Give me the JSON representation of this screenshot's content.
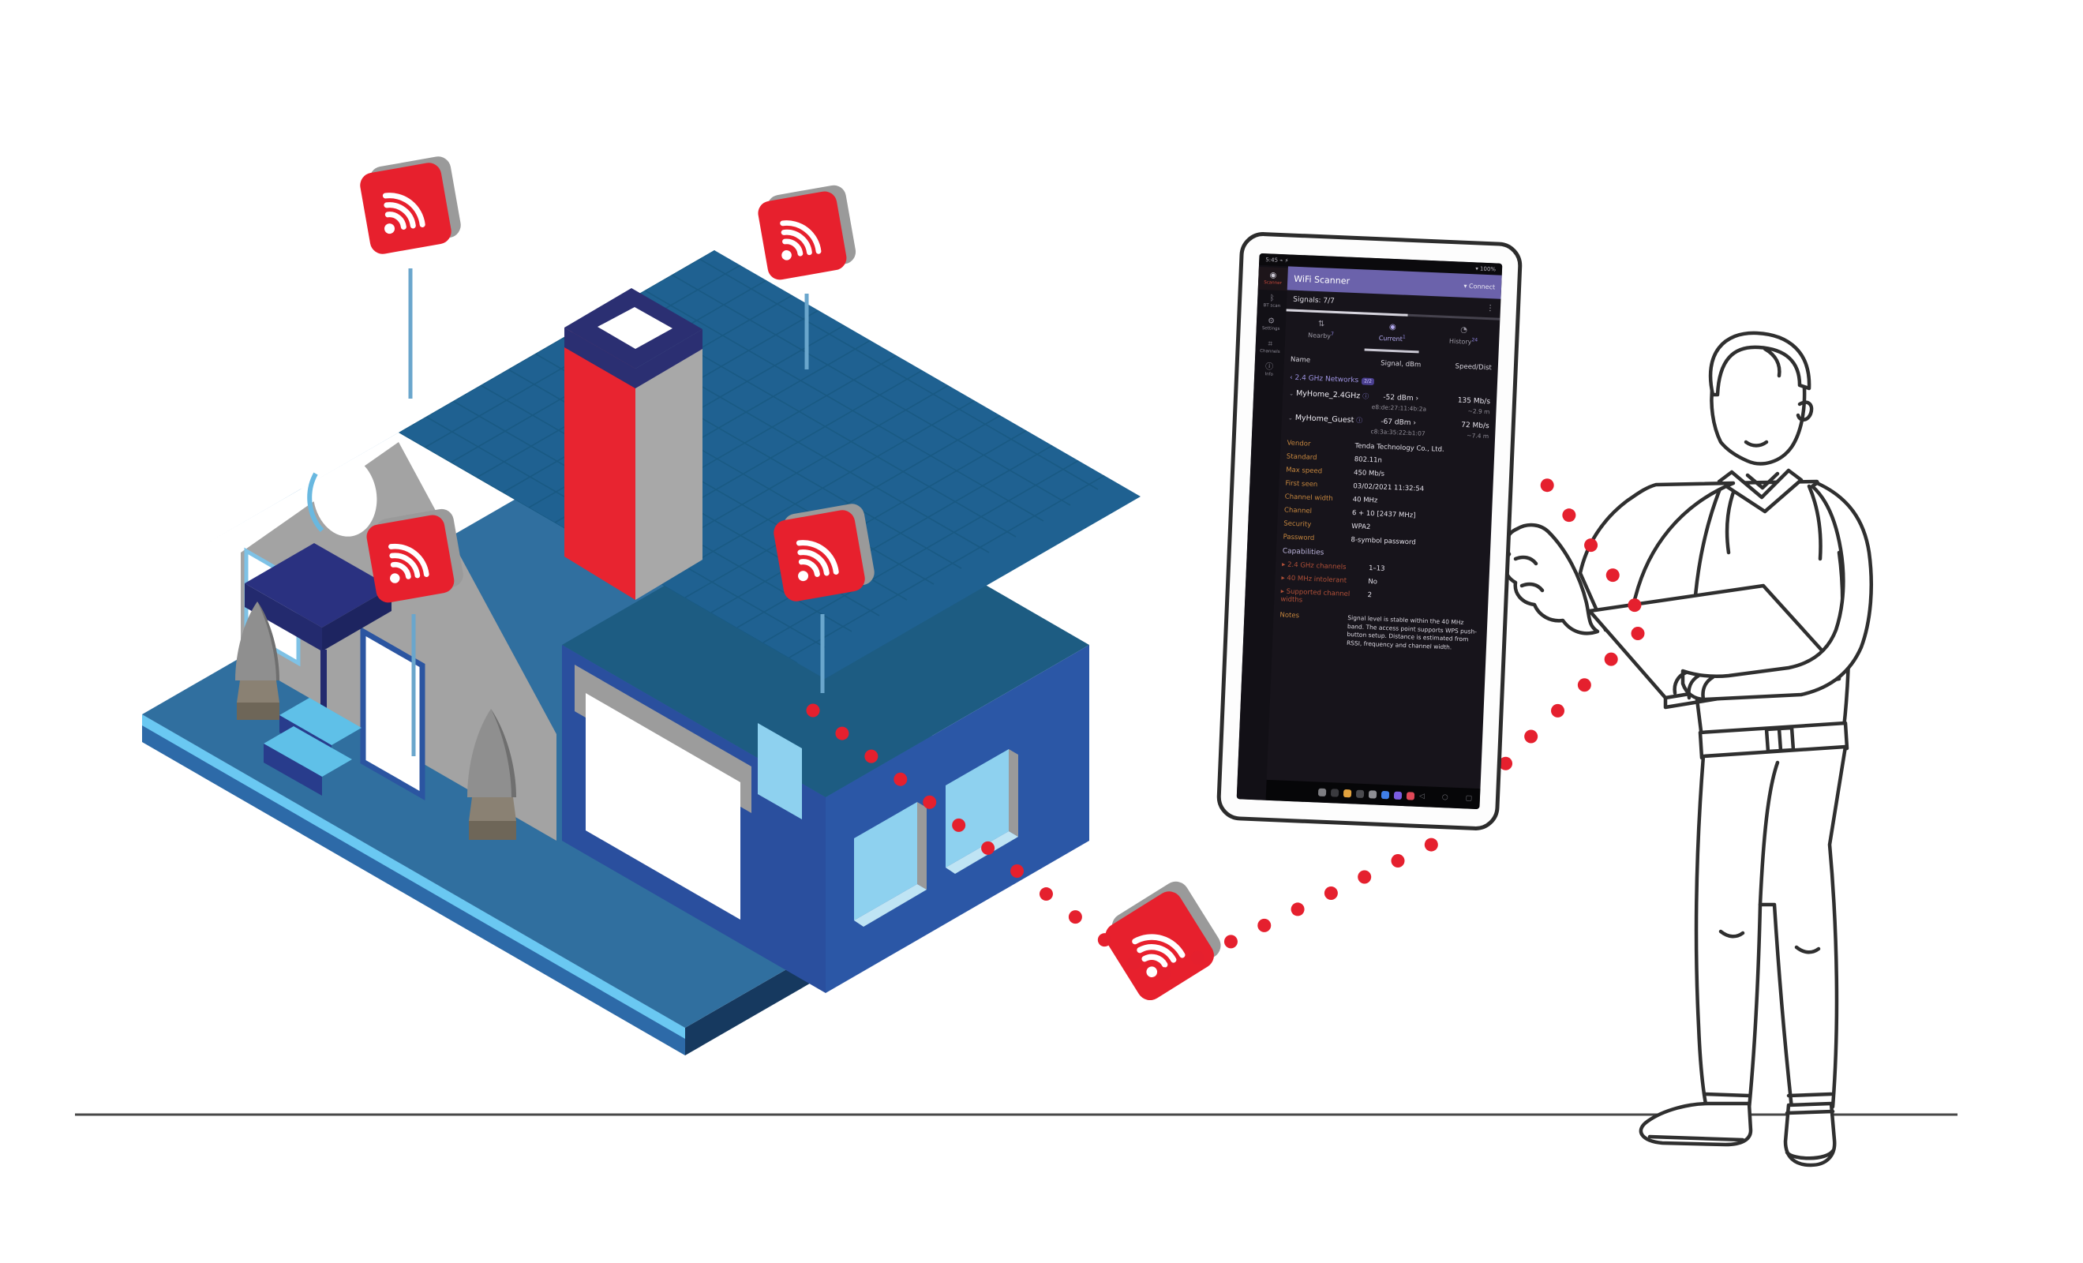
{
  "scene": {
    "description": "Isometric smart-home WiFi coverage illustration",
    "colors": {
      "signal_red": "#e5202e",
      "sign_gray": "#9a9a9a",
      "roof_bright_blue": "#1e76bd",
      "roof_main_blue": "#1f6191",
      "wing_roof_blue": "#1d5c82",
      "wall_gray": "#a3a3a3",
      "wall_royal_blue": "#2b57a6",
      "platform_blue": "#306f9f",
      "platform_edge_cyan": "#6ac8f2",
      "awning_navy": "#2a3180",
      "accent_purple": "#6b62ab",
      "ground": "#474747"
    },
    "icons": [
      "wifi-sign-icon",
      "wifi-sign-icon",
      "wifi-sign-icon",
      "wifi-sign-icon",
      "wifi-sign-icon"
    ]
  },
  "phone": {
    "status_left": "5:45 ⌁ ⚡",
    "status_right": "▾ 100%",
    "appbar": {
      "title": "WiFi Scanner",
      "action": "▾ Connect"
    },
    "subbar": {
      "signals": "Signals: 7/7",
      "menu": "⋮"
    },
    "progress_pct": 57,
    "sidebar": {
      "items": [
        {
          "icon": "◉",
          "label": "Scanner"
        },
        {
          "icon": "ᛒ",
          "label": "BT scan"
        },
        {
          "icon": "⚙",
          "label": "Settings"
        },
        {
          "icon": "⌗",
          "label": "Channels"
        },
        {
          "icon": "ⓘ",
          "label": "Info"
        }
      ]
    },
    "tabs": [
      {
        "icon": "⇅",
        "label": "Nearby",
        "badge": "7"
      },
      {
        "icon": "◉",
        "label": "Current",
        "badge": "1"
      },
      {
        "icon": "◔",
        "label": "History",
        "badge": "24"
      }
    ],
    "columns": {
      "name": "Name",
      "signal": "Signal, dBm",
      "speed": "Speed/Dist"
    },
    "group": {
      "label": "‹ 2.4 GHz Networks",
      "badge": "2/2"
    },
    "networks": [
      {
        "caret": "⌄",
        "name": "MyHome_2.4GHz",
        "info": "ⓘ",
        "signal": "-52 dBm ›",
        "speed": "135 Mb/s",
        "mac": "e8:de:27:11:4b:2a",
        "dist": "~2.9 m"
      },
      {
        "caret": "⌄",
        "name": "MyHome_Guest",
        "info": "ⓘ",
        "signal": "-67 dBm ›",
        "speed": "72 Mb/s",
        "mac": "c8:3a:35:22:b1:07",
        "dist": "~7.4 m"
      }
    ],
    "details": [
      {
        "label": "Vendor",
        "value": "Tenda Technology Co., Ltd."
      },
      {
        "label": "Standard",
        "value": "802.11n"
      },
      {
        "label": "Max speed",
        "value": "450 Mb/s"
      },
      {
        "label": "First seen",
        "value": "03/02/2021 11:32:54"
      },
      {
        "label": "Channel width",
        "value": "40 MHz"
      },
      {
        "label": "Channel",
        "value": "6 + 10 [2437 MHz]"
      },
      {
        "label": "Security",
        "value": "WPA2"
      },
      {
        "label": "Password",
        "value": "8-symbol password"
      }
    ],
    "section": "Capabilities",
    "capabilities": [
      {
        "label": "▸ 2.4 GHz channels",
        "value": "1–13"
      },
      {
        "label": "▸ 40 MHz intolerant",
        "value": "No"
      },
      {
        "label": "▸ Supported channel widths",
        "value": "2"
      }
    ],
    "notes": {
      "label": "Notes",
      "text": "Signal level is stable within the 40 MHz band. The access point supports WPS push-button setup. Distance is estimated from RSSI, frequency and channel width."
    },
    "dock": {
      "icon_colors": [
        "#7d7d82",
        "#3a3a3e",
        "#e2a23e",
        "#4a4a4e",
        "#8e8e93",
        "#3f7fe8",
        "#7b5ce0",
        "#e04858"
      ],
      "nav": [
        "◁",
        "○",
        "▢"
      ]
    }
  }
}
